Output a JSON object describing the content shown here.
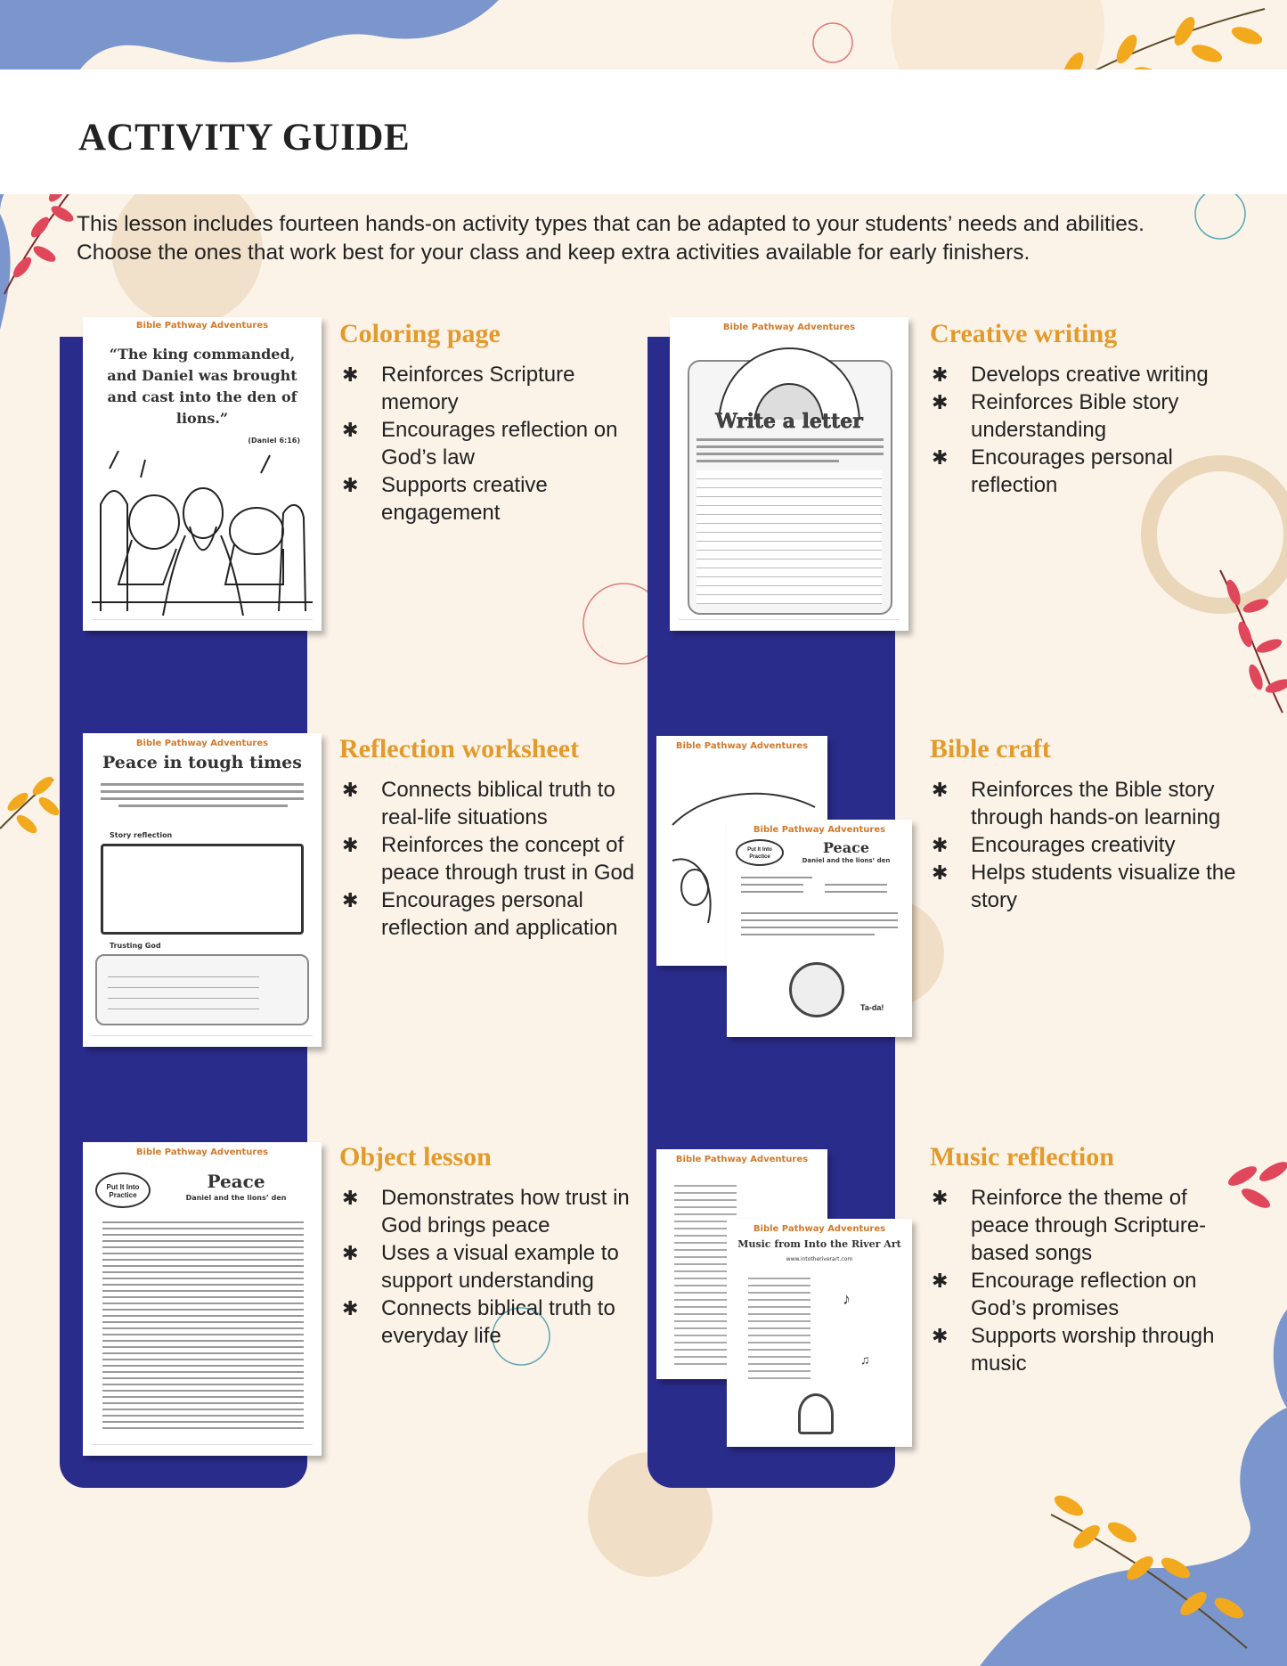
{
  "header": {
    "title": "ACTIVITY GUIDE",
    "intro_line1": "This lesson includes fourteen hands-on activity types that can be adapted to your students’ needs and abilities.",
    "intro_line2": "Choose the ones that work best for your class and keep extra activities available for early finishers."
  },
  "colors": {
    "accent_orange": "#e39a2b",
    "column_navy": "#2a2c8c",
    "background_cream": "#fbf3e8",
    "blob_blue": "#6f8fc8",
    "leaf_red": "#e0475a",
    "leaf_yellow": "#f2a91e"
  },
  "activities": [
    {
      "title": "Coloring page",
      "bullets": [
        "Reinforces Scripture memory",
        "Encourages reflection on God’s law",
        "Supports creative engagement"
      ],
      "thumb": {
        "brand": "Bible Pathway Adventures",
        "verse": "“The king commanded, and Daniel was brought and cast into the den of lions.”",
        "ref": "(Daniel 6:16)"
      }
    },
    {
      "title": "Creative writing",
      "bullets": [
        "Develops creative writing",
        "Reinforces Bible story understanding",
        "Encourages personal reflection"
      ],
      "thumb": {
        "brand": "Bible Pathway Adventures",
        "heading": "Write a letter"
      }
    },
    {
      "title": "Reflection worksheet",
      "bullets": [
        "Connects biblical truth to real-life situations",
        "Reinforces the concept of peace through trust in God",
        "Encourages personal reflection and application"
      ],
      "thumb": {
        "brand": "Bible Pathway Adventures",
        "heading": "Peace in tough times",
        "sub1": "Story reflection",
        "sub2": "Trusting God"
      }
    },
    {
      "title": "Bible craft",
      "bullets": [
        "Reinforces the Bible story through hands-on learning",
        "Encourages creativity",
        "Helps students visualize the story"
      ],
      "thumb": {
        "brand": "Bible Pathway Adventures",
        "badge": "Put It Into Practice",
        "heading": "Peace",
        "subheading": "Daniel and the lions’ den",
        "ta_da": "Ta-da!"
      }
    },
    {
      "title": "Object lesson",
      "bullets": [
        "Demonstrates how trust in God brings peace",
        "Uses a visual example to support understanding",
        "Connects biblical truth to everyday life"
      ],
      "thumb": {
        "brand": "Bible Pathway Adventures",
        "badge": "Put It Into Practice",
        "heading": "Peace",
        "subheading": "Daniel and the lions’ den"
      }
    },
    {
      "title": "Music reflection",
      "bullets": [
        "Reinforce the theme of peace through Scripture-based songs",
        "Encourage reflection on God’s promises",
        "Supports worship through music"
      ],
      "thumb": {
        "brand": "Bible Pathway Adventures",
        "heading": "Music from Into the River Art",
        "url": "www.intotheriverart.com"
      }
    }
  ]
}
